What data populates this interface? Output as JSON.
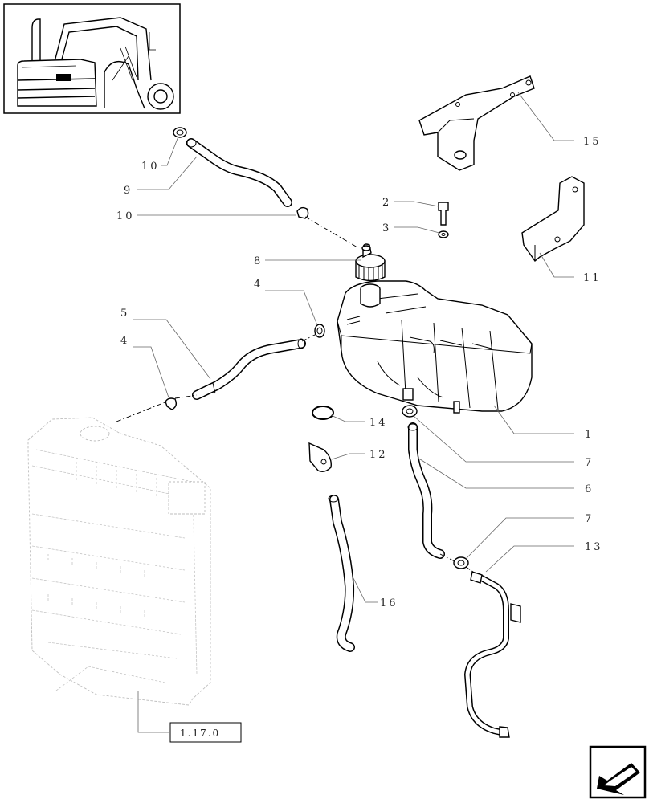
{
  "callouts": [
    {
      "id": "c1",
      "label": "1"
    },
    {
      "id": "c2",
      "label": "2"
    },
    {
      "id": "c3",
      "label": "3"
    },
    {
      "id": "c4a",
      "label": "4"
    },
    {
      "id": "c4b",
      "label": "4"
    },
    {
      "id": "c5",
      "label": "5"
    },
    {
      "id": "c6",
      "label": "6"
    },
    {
      "id": "c7a",
      "label": "7"
    },
    {
      "id": "c7b",
      "label": "7"
    },
    {
      "id": "c8",
      "label": "8"
    },
    {
      "id": "c9",
      "label": "9"
    },
    {
      "id": "c10a",
      "label": "10"
    },
    {
      "id": "c10b",
      "label": "10"
    },
    {
      "id": "c11",
      "label": "11"
    },
    {
      "id": "c12",
      "label": "12"
    },
    {
      "id": "c13",
      "label": "13"
    },
    {
      "id": "c14",
      "label": "14"
    },
    {
      "id": "c15",
      "label": "15"
    },
    {
      "id": "c16",
      "label": "16"
    }
  ],
  "reference_box": {
    "label": "1.17.0"
  },
  "icons": {
    "thumbnail": "tractor-location-thumbnail",
    "navigation": "next-page-arrow-icon"
  },
  "colors": {
    "line": "#000000",
    "leader": "#666666",
    "ghost": "#bdbdbd",
    "background": "#ffffff"
  }
}
